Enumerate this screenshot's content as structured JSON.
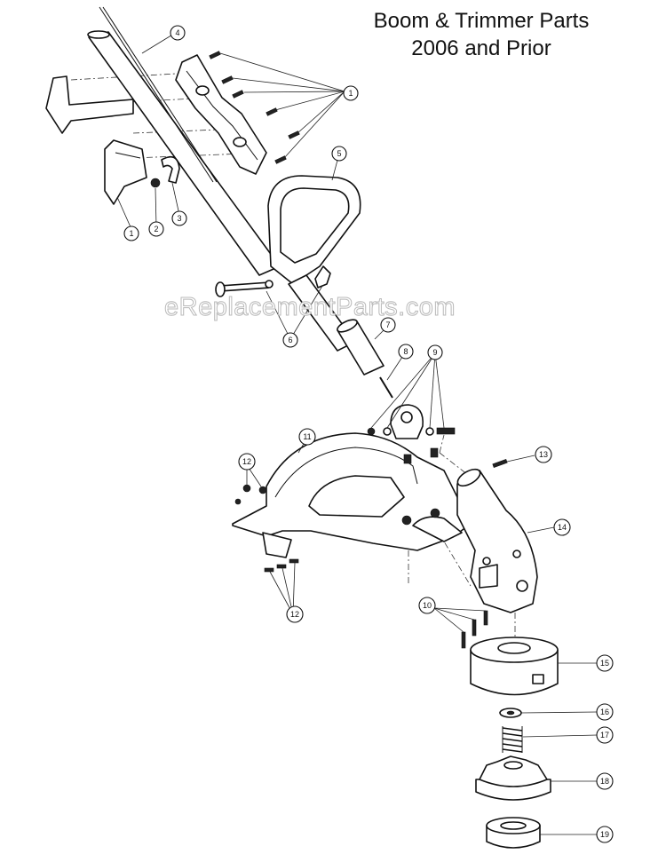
{
  "title": {
    "line1": "Boom & Trimmer Parts",
    "line2": "2006 and Prior"
  },
  "watermark": "eReplacementParts.com",
  "callouts": [
    {
      "id": "1a",
      "label": "1"
    },
    {
      "id": "1b",
      "label": "1"
    },
    {
      "id": "2",
      "label": "2"
    },
    {
      "id": "3",
      "label": "3"
    },
    {
      "id": "4",
      "label": "4"
    },
    {
      "id": "5",
      "label": "5"
    },
    {
      "id": "6",
      "label": "6"
    },
    {
      "id": "7",
      "label": "7"
    },
    {
      "id": "8",
      "label": "8"
    },
    {
      "id": "9",
      "label": "9"
    },
    {
      "id": "10",
      "label": "10"
    },
    {
      "id": "11",
      "label": "11"
    },
    {
      "id": "12a",
      "label": "12"
    },
    {
      "id": "12b",
      "label": "12"
    },
    {
      "id": "13",
      "label": "13"
    },
    {
      "id": "14",
      "label": "14"
    },
    {
      "id": "15",
      "label": "15"
    },
    {
      "id": "16",
      "label": "16"
    },
    {
      "id": "17",
      "label": "17"
    },
    {
      "id": "18",
      "label": "18"
    },
    {
      "id": "19",
      "label": "19"
    }
  ]
}
